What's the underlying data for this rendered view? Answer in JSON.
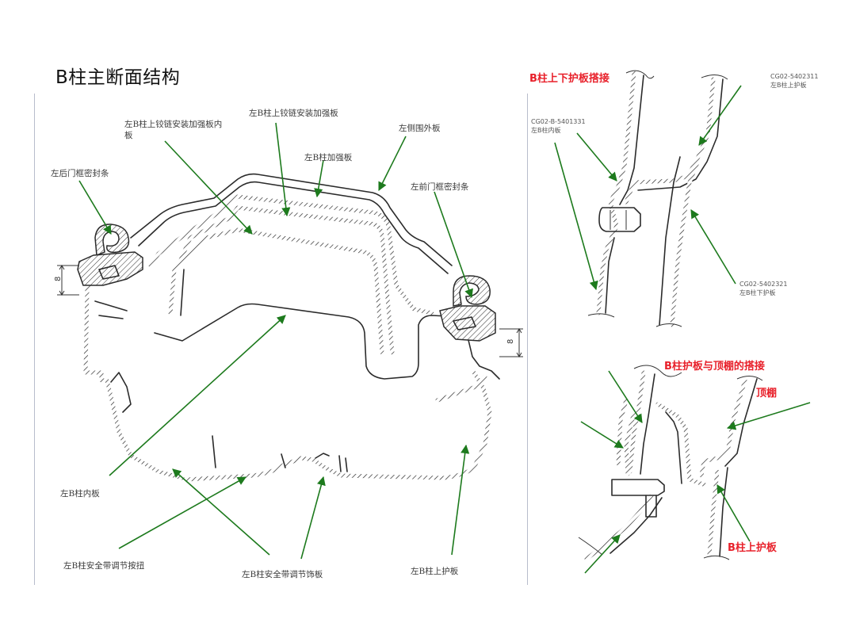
{
  "page": {
    "title": "B柱主断面结构"
  },
  "main_section": {
    "labels": {
      "hinge_inner": [
        "左B柱上铰链安装加强板内",
        "板"
      ],
      "hinge_reinf": "左B柱上铰链安装加强板",
      "side_outer": "左侧围外板",
      "b_reinf": "左B柱加强板",
      "rear_seal": "左后门框密封条",
      "front_seal": "左前门框密封条",
      "inner_panel": "左B柱内板",
      "belt_button": "左B柱安全带调节按扭",
      "belt_trim": "左B柱安全带调节饰板",
      "upper_trim": "左B柱上护板"
    },
    "dimensions": {
      "left": "8",
      "right": "8"
    }
  },
  "detail_top": {
    "title": "B柱上下护板搭接",
    "parts": {
      "upper_code": "CG02-5402311",
      "upper_name": "左B柱上护板",
      "inner_code": "CG02-B-5401331",
      "inner_name": "左B柱内板",
      "lower_code": "CG02-5402321",
      "lower_name": "左B柱下护板"
    }
  },
  "detail_bottom": {
    "title": "B柱护板与顶棚的搭接",
    "headliner": "顶棚",
    "upper_trim": "B柱上护板"
  },
  "colors": {
    "leader": "#1d7a1d",
    "accent_red": "#e8202a",
    "divider": "#b8bccb"
  }
}
